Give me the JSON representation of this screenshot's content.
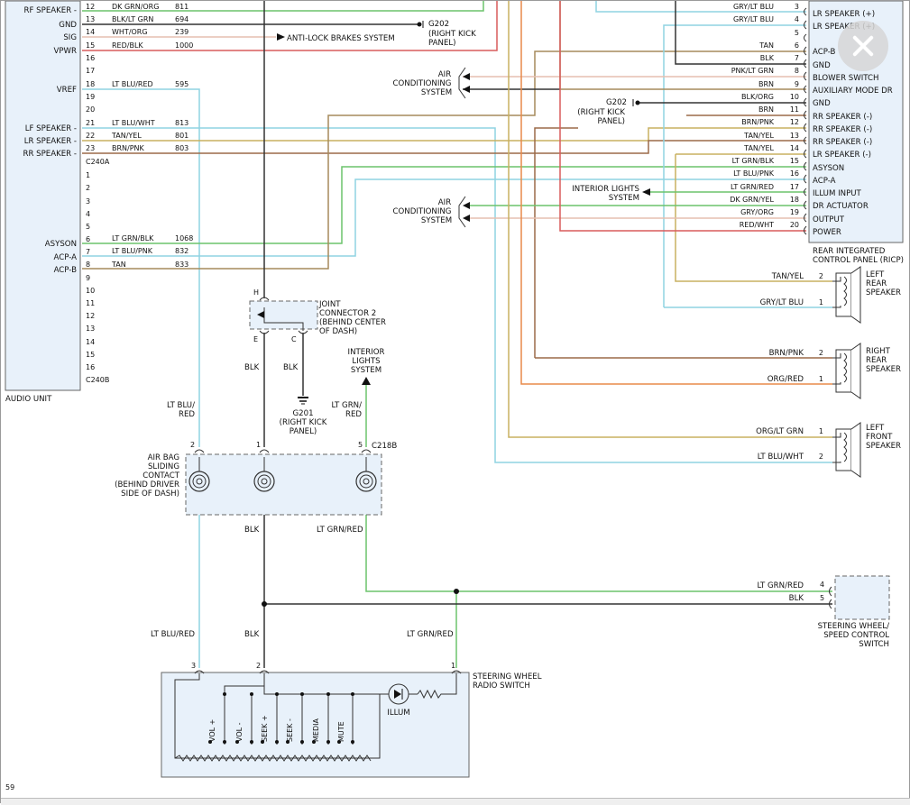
{
  "audio_unit": {
    "name": "AUDIO UNIT",
    "c240a": "C240A",
    "c240b": "C240B",
    "pins": [
      {
        "label": "RF SPEAKER -",
        "pin": "13",
        "wire": "BLK/LT GRN",
        "circuit": "694"
      },
      {
        "label": "GND",
        "pin": "14",
        "wire": "WHT/ORG",
        "circuit": "239"
      },
      {
        "label": "SIG",
        "pin": "15",
        "wire": "RED/BLK",
        "circuit": "1000"
      },
      {
        "label": "VPWR",
        "pin": "16",
        "wire": "",
        "circuit": ""
      },
      {
        "label": "",
        "pin": "12",
        "wire": "DK GRN/ORG",
        "circuit": "811"
      },
      {
        "label": "",
        "pin": "17",
        "wire": "",
        "circuit": ""
      },
      {
        "label": "VREF",
        "pin": "18",
        "wire": "LT BLU/RED",
        "circuit": "595"
      },
      {
        "label": "",
        "pin": "19",
        "wire": "",
        "circuit": ""
      },
      {
        "label": "",
        "pin": "20",
        "wire": "",
        "circuit": ""
      },
      {
        "label": "LF SPEAKER -",
        "pin": "21",
        "wire": "LT BLU/WHT",
        "circuit": "813"
      },
      {
        "label": "LR SPEAKER -",
        "pin": "22",
        "wire": "TAN/YEL",
        "circuit": "801"
      },
      {
        "label": "RR SPEAKER -",
        "pin": "23",
        "wire": "BRN/PNK",
        "circuit": "803"
      }
    ],
    "lower_pins": [
      "1",
      "2",
      "3",
      "4",
      "5",
      "6",
      "7",
      "8",
      "9",
      "10",
      "11",
      "12",
      "13",
      "14",
      "15",
      "16"
    ],
    "asyson": {
      "label": "ASYSON",
      "wire": "LT GRN/BLK",
      "circuit": "1068"
    },
    "acp_a": {
      "label": "ACP-A",
      "wire": "LT BLU/PNK",
      "circuit": "832"
    },
    "acp_b": {
      "label": "ACP-B",
      "wire": "TAN",
      "circuit": "833"
    }
  },
  "labels": {
    "g202_top": "G202",
    "g202_top_note1": "(RIGHT KICK",
    "g202_top_note2": "PANEL)",
    "abs": "ANTI-LOCK BRAKES SYSTEM",
    "ac1_l1": "AIR",
    "ac1_l2": "CONDITIONING",
    "ac1_l3": "SYSTEM",
    "g202_mid": "G202",
    "g202_mid_note1": "(RIGHT KICK",
    "g202_mid_note2": "PANEL)",
    "int_lights_top_l1": "INTERIOR LIGHTS",
    "int_lights_top_l2": "SYSTEM",
    "ac2_l1": "AIR",
    "ac2_l2": "CONDITIONING",
    "ac2_l3": "SYSTEM",
    "jc_h": "H",
    "jc_e": "E",
    "jc_c": "C",
    "jc_l1": "JOINT",
    "jc_l2": "CONNECTOR 2",
    "jc_l3": "(BEHIND CENTER",
    "jc_l4": "OF DASH)",
    "blk": "BLK",
    "g201": "G201",
    "g201_note1": "(RIGHT KICK",
    "g201_note2": "PANEL)",
    "int_lights_l1": "INTERIOR",
    "int_lights_l2": "LIGHTS",
    "int_lights_l3": "SYSTEM",
    "lt_blu": "LT BLU/",
    "red": "RED",
    "lt_grn": "LT GRN/",
    "c218b": "C218B",
    "pin_2": "2",
    "pin_1": "1",
    "pin_5": "5",
    "pin_3": "3",
    "pin_4": "4",
    "airbag_l1": "AIR BAG",
    "airbag_l2": "SLIDING",
    "airbag_l3": "CONTACT",
    "airbag_l4": "(BEHIND DRIVER",
    "airbag_l5": "SIDE OF DASH)",
    "lt_grn_red": "LT GRN/RED",
    "lt_blu_red": "LT BLU/RED",
    "swrs_l1": "STEERING WHEEL",
    "swrs_l2": "RADIO SWITCH",
    "illum": "ILLUM",
    "sw_vol_up": "VOL +",
    "sw_vol_dn": "VOL -",
    "sw_seek_up": "SEEK +",
    "sw_seek_dn": "SEEK -",
    "sw_media": "MEDIA",
    "sw_mute": "MUTE",
    "swsc_l1": "STEERING WHEEL/",
    "swsc_l2": "SPEED CONTROL",
    "swsc_l3": "SWITCH",
    "ricp_l1": "REAR INTEGRATED",
    "ricp_l2": "CONTROL PANEL (RICP)",
    "lrs_l1": "LEFT",
    "lrs_l2": "REAR",
    "lrs_l3": "SPEAKER",
    "rrs_l1": "RIGHT",
    "rrs_l2": "REAR",
    "rrs_l3": "SPEAKER",
    "lfs_l1": "LEFT",
    "lfs_l2": "FRONT",
    "lfs_l3": "SPEAKER",
    "tan_yel": "TAN/YEL",
    "gry_lt_blu": "GRY/LT BLU",
    "brn_pnk": "BRN/PNK",
    "org_red": "ORG/RED",
    "org_lt_grn": "ORG/LT GRN",
    "lt_blu_wht": "LT BLU/WHT"
  },
  "ricp": {
    "pins": [
      {
        "wire": "GRY/LT BLU",
        "pin": "3",
        "label": "LR SPEAKER (+)"
      },
      {
        "wire": "GRY/LT BLU",
        "pin": "4",
        "label": "LR SPEAKER (+)"
      },
      {
        "wire": "",
        "pin": "5",
        "label": "ACP-B"
      },
      {
        "wire": "TAN",
        "pin": "6",
        "label": "GND"
      },
      {
        "wire": "BLK",
        "pin": "7",
        "label": "BLOWER SWITCH"
      },
      {
        "wire": "PNK/LT GRN",
        "pin": "8",
        "label": "AUXILIARY MODE DR"
      },
      {
        "wire": "BRN",
        "pin": "9",
        "label": "GND"
      },
      {
        "wire": "BLK/ORG",
        "pin": "10",
        "label": "RR SPEAKER (-)"
      },
      {
        "wire": "BRN",
        "pin": "11",
        "label": "RR SPEAKER (-)"
      },
      {
        "wire": "BRN/PNK",
        "pin": "12",
        "label": "RR SPEAKER (-)"
      },
      {
        "wire": "TAN/YEL",
        "pin": "13",
        "label": "LR SPEAKER (-)"
      },
      {
        "wire": "TAN/YEL",
        "pin": "14",
        "label": "ASYSON"
      },
      {
        "wire": "LT GRN/BLK",
        "pin": "15",
        "label": "ACP-A"
      },
      {
        "wire": "LT BLU/PNK",
        "pin": "16",
        "label": "ILLUM INPUT"
      },
      {
        "wire": "LT GRN/RED",
        "pin": "17",
        "label": "DR ACTUATOR"
      },
      {
        "wire": "DK GRN/YEL",
        "pin": "18",
        "label": "OUTPUT"
      },
      {
        "wire": "GRY/ORG",
        "pin": "19",
        "label": "POWER"
      },
      {
        "wire": "RED/WHT",
        "pin": "20",
        "label": ""
      }
    ]
  },
  "page_number": "59",
  "colors": {
    "lt_blu": "#8fd4e2",
    "tan": "#a58a5c",
    "tan_yel": "#c8b060",
    "brn_pnk": "#9b6a48",
    "green": "#6cc46c",
    "red": "#d85c5c",
    "orange": "#e88a4a",
    "wire_pink": "#e6bfb0",
    "black": "#333333"
  }
}
